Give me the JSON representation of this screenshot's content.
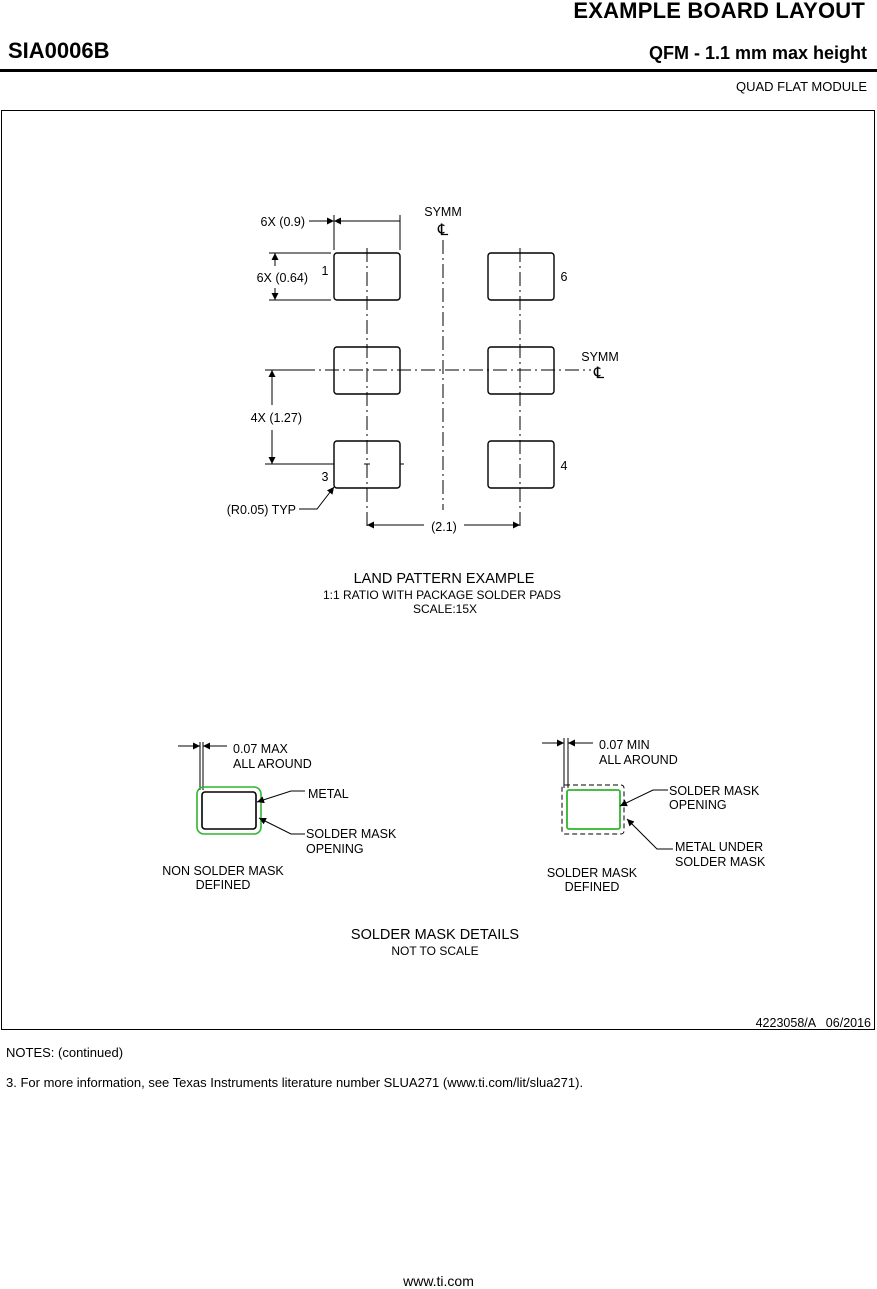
{
  "header": {
    "title": "EXAMPLE BOARD LAYOUT",
    "doc_id": "SIA0006B",
    "package": "QFM - 1.1 mm max height",
    "subtitle": "QUAD FLAT MODULE"
  },
  "land_pattern": {
    "dim_width": "6X (0.9)",
    "dim_height": "6X (0.64)",
    "dim_pitch": "4X (1.27)",
    "dim_span": "(2.1)",
    "radius": "(R0.05) TYP",
    "symm": "SYMM",
    "symm_symbol": "℄",
    "pin_1": "1",
    "pin_3": "3",
    "pin_4": "4",
    "pin_6": "6",
    "caption_title": "LAND  PATTERN EXAMPLE",
    "caption_line2": "1:1 RATIO WITH PACKAGE SOLDER PADS",
    "caption_line3": "SCALE:15X"
  },
  "mask_details": {
    "nsmd": {
      "clearance": "0.07 MAX",
      "around": "ALL AROUND",
      "metal": "METAL",
      "opening_1": "SOLDER MASK",
      "opening_2": "OPENING",
      "caption_1": "NON SOLDER MASK",
      "caption_2": "DEFINED"
    },
    "smd": {
      "clearance": "0.07 MIN",
      "around": "ALL AROUND",
      "opening_1": "SOLDER MASK",
      "opening_2": "OPENING",
      "metal_1": "METAL UNDER",
      "metal_2": "SOLDER MASK",
      "caption_1": "SOLDER MASK",
      "caption_2": "DEFINED"
    },
    "caption_title": "SOLDER MASK DETAILS",
    "caption_sub": "NOT TO SCALE"
  },
  "drawing_ref": "4223058/A   06/2016",
  "notes": {
    "heading": "NOTES: (continued)",
    "items": [
      "3. For more information, see Texas Instruments literature number SLUA271 (www.ti.com/lit/slua271)."
    ]
  },
  "footer": "www.ti.com",
  "colors": {
    "mask_outline": "#2fb52f"
  }
}
